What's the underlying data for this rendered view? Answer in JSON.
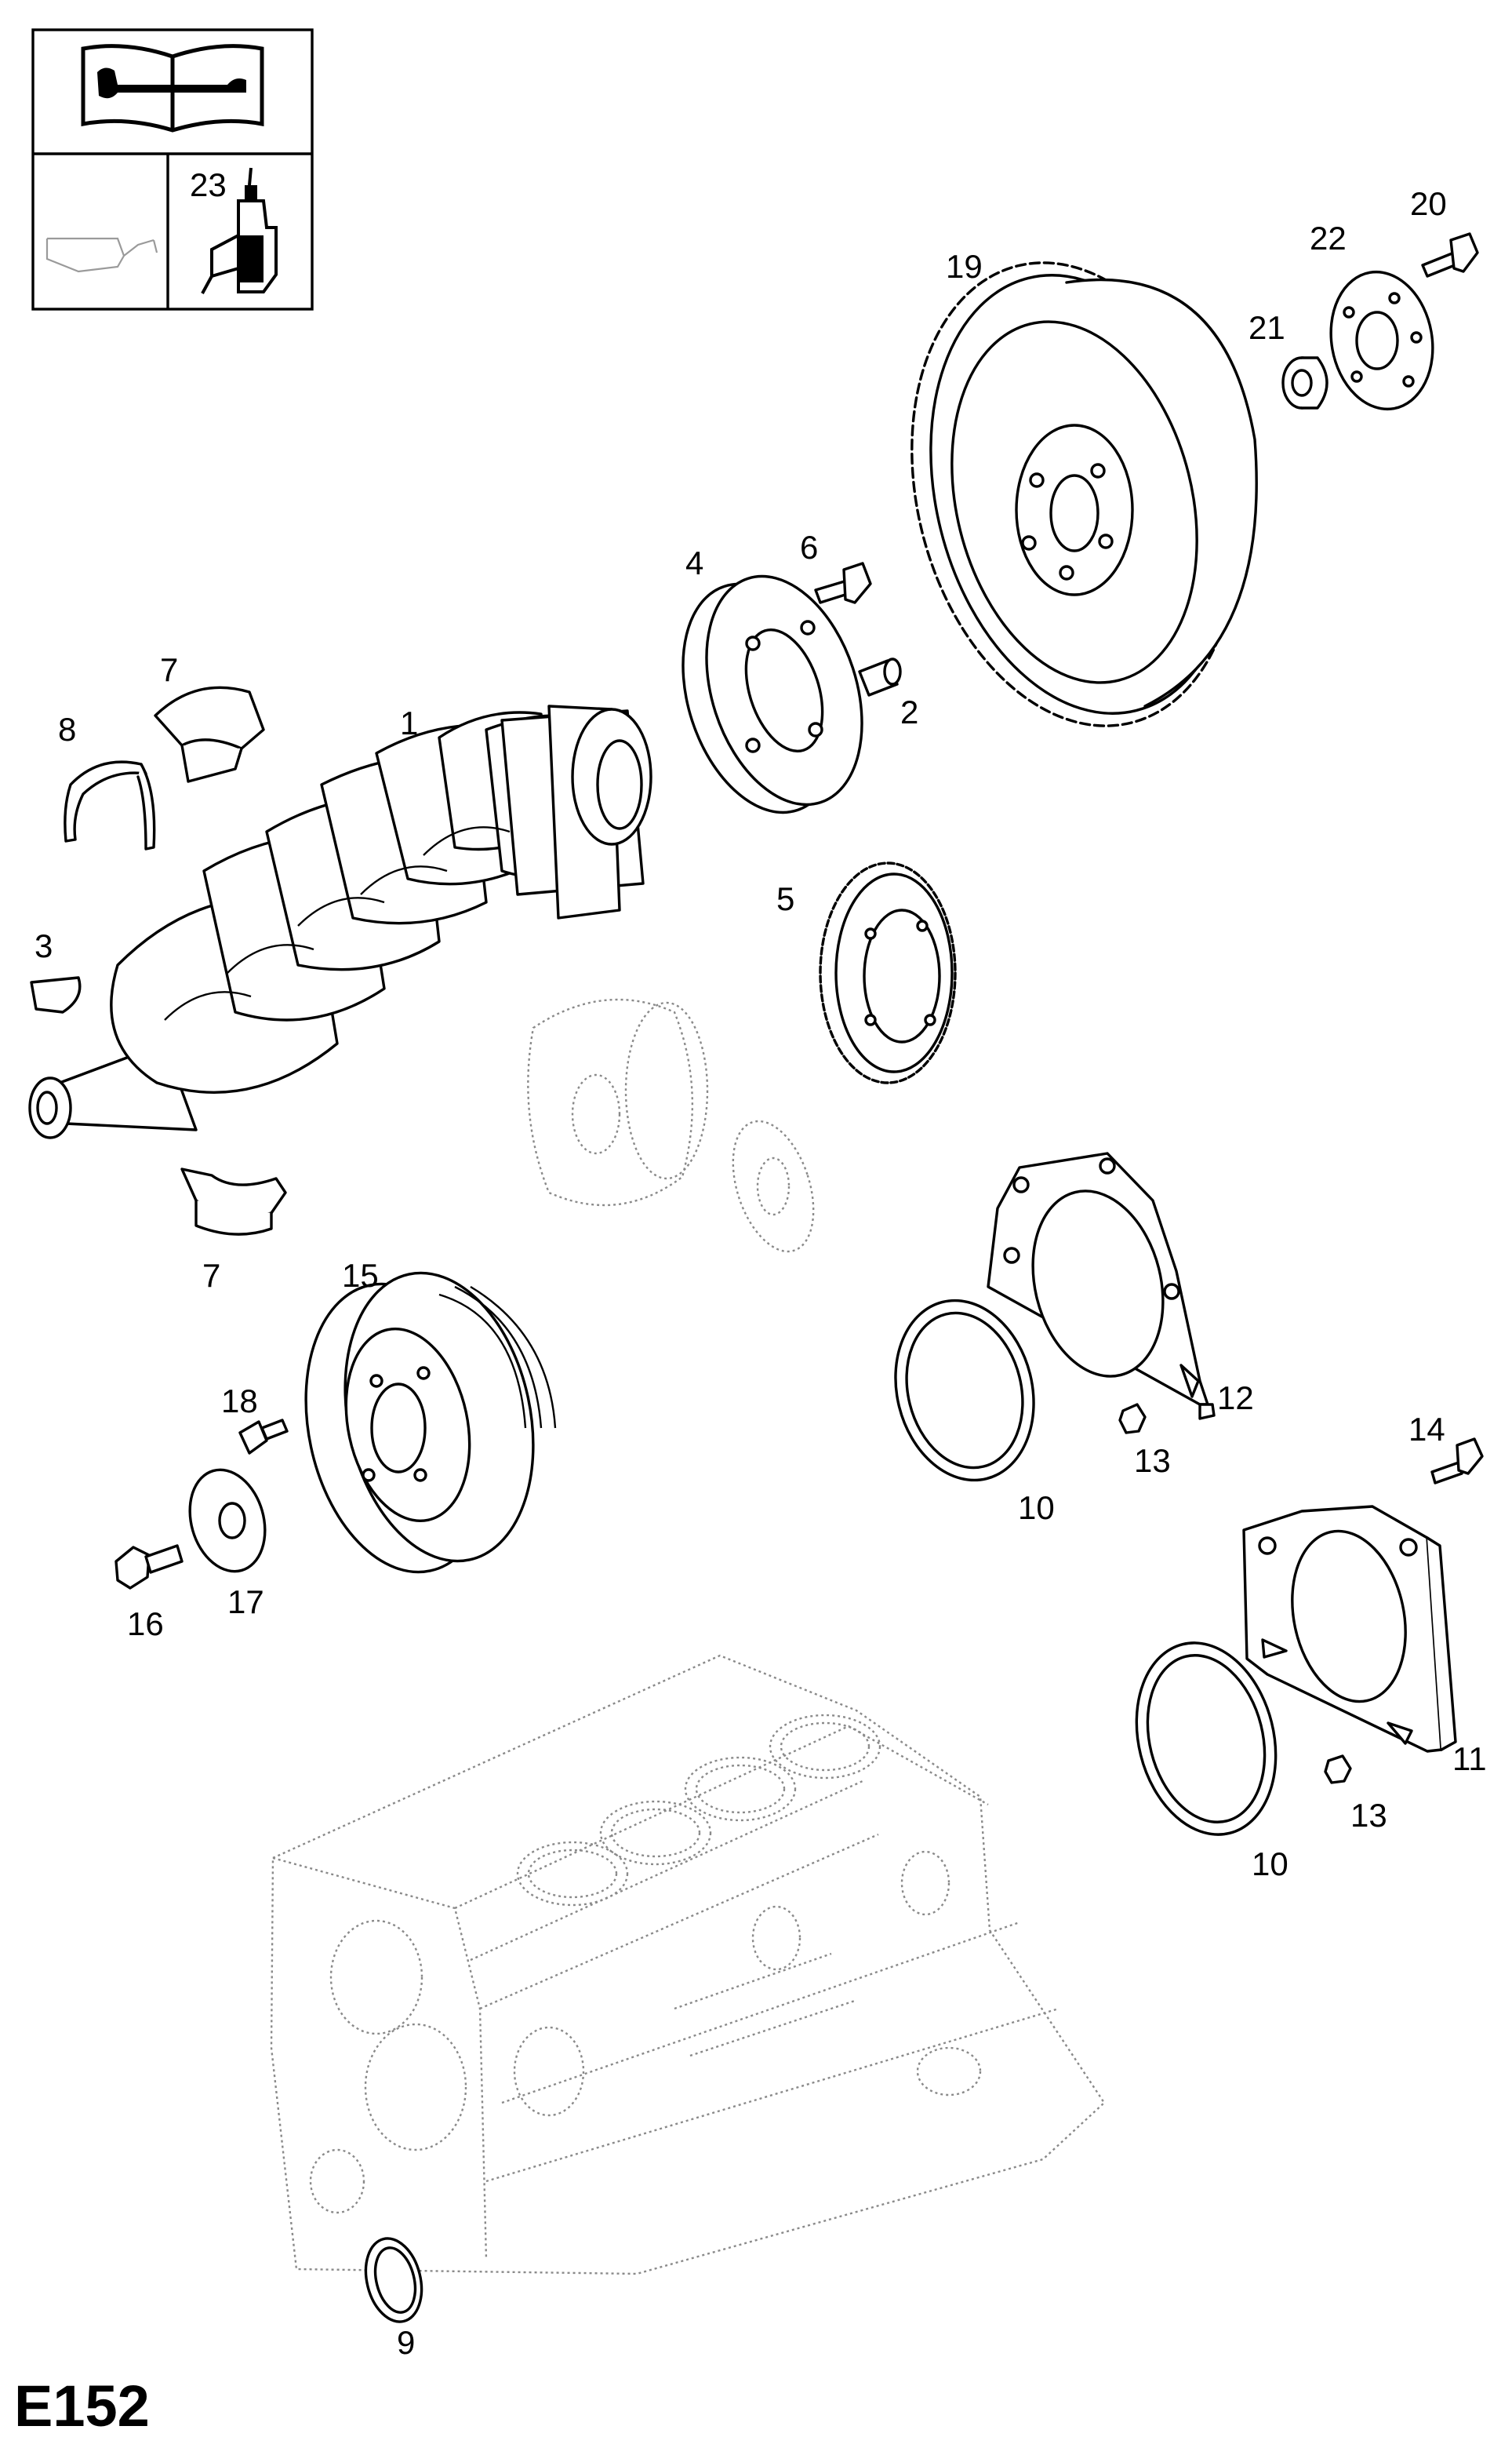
{
  "diagram_code": "E152",
  "info_box": {
    "manual_icon": "manual-wrench-icon",
    "oil_can_icon": "oil-can-icon",
    "adhesive_icon": "adhesive-tube-icon",
    "adhesive_ref": "23"
  },
  "callouts": {
    "c1": "1",
    "c2": "2",
    "c3": "3",
    "c4": "4",
    "c5": "5",
    "c6": "6",
    "c7a": "7",
    "c7b": "7",
    "c8": "8",
    "c9": "9",
    "c10a": "10",
    "c10b": "10",
    "c11": "11",
    "c12": "12",
    "c13a": "13",
    "c13b": "13",
    "c14": "14",
    "c15": "15",
    "c16": "16",
    "c17": "17",
    "c18": "18",
    "c19": "19",
    "c20": "20",
    "c21": "21",
    "c22": "22"
  },
  "colors": {
    "line": "#000000",
    "ghost": "#8a8a8a",
    "background": "#ffffff"
  }
}
